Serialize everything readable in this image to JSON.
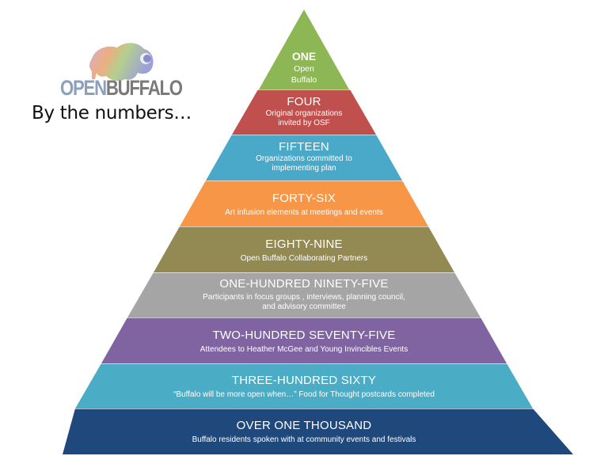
{
  "logo": {
    "word_open": "OPEN",
    "word_buffalo": "BUFFALO",
    "icon": "buffalo-icon",
    "colors": {
      "open": "#8aa0bd",
      "buffalo": "#7a7a7a"
    }
  },
  "tagline": "By the numbers…",
  "pyramid": {
    "levels": [
      {
        "title": "ONE",
        "subtitle_lines": [
          "Open",
          "Buffalo"
        ],
        "color": "#8db654"
      },
      {
        "title": "FOUR",
        "subtitle_lines": [
          "Original organizations",
          "invited by OSF"
        ],
        "color": "#c0504d"
      },
      {
        "title": "FIFTEEN",
        "subtitle_lines": [
          "Organizations committed to",
          "implementing plan"
        ],
        "color": "#4aa9c8"
      },
      {
        "title": "FORTY-SIX",
        "subtitle_lines": [
          "Art infusion elements at meetings and events"
        ],
        "color": "#f79646"
      },
      {
        "title": "EIGHTY-NINE",
        "subtitle_lines": [
          "Open Buffalo Collaborating Partners"
        ],
        "color": "#938953"
      },
      {
        "title": "ONE-HUNDRED NINETY-FIVE",
        "subtitle_lines": [
          "Participants in focus groups , interviews, planning council,",
          "and advisory committee"
        ],
        "color": "#a5a5a5"
      },
      {
        "title": "TWO-HUNDRED SEVENTY-FIVE",
        "subtitle_lines": [
          "Attendees to Heather McGee and Young Invincibles Events"
        ],
        "color": "#8064a2"
      },
      {
        "title": "THREE-HUNDRED SIXTY",
        "subtitle_lines": [
          "“Buffalo will be more open when…” Food for Thought postcards completed"
        ],
        "color": "#4bacc6"
      },
      {
        "title": "OVER ONE THOUSAND",
        "subtitle_lines": [
          "Buffalo residents spoken  with at community events and festivals"
        ],
        "color": "#1f497d"
      }
    ]
  }
}
